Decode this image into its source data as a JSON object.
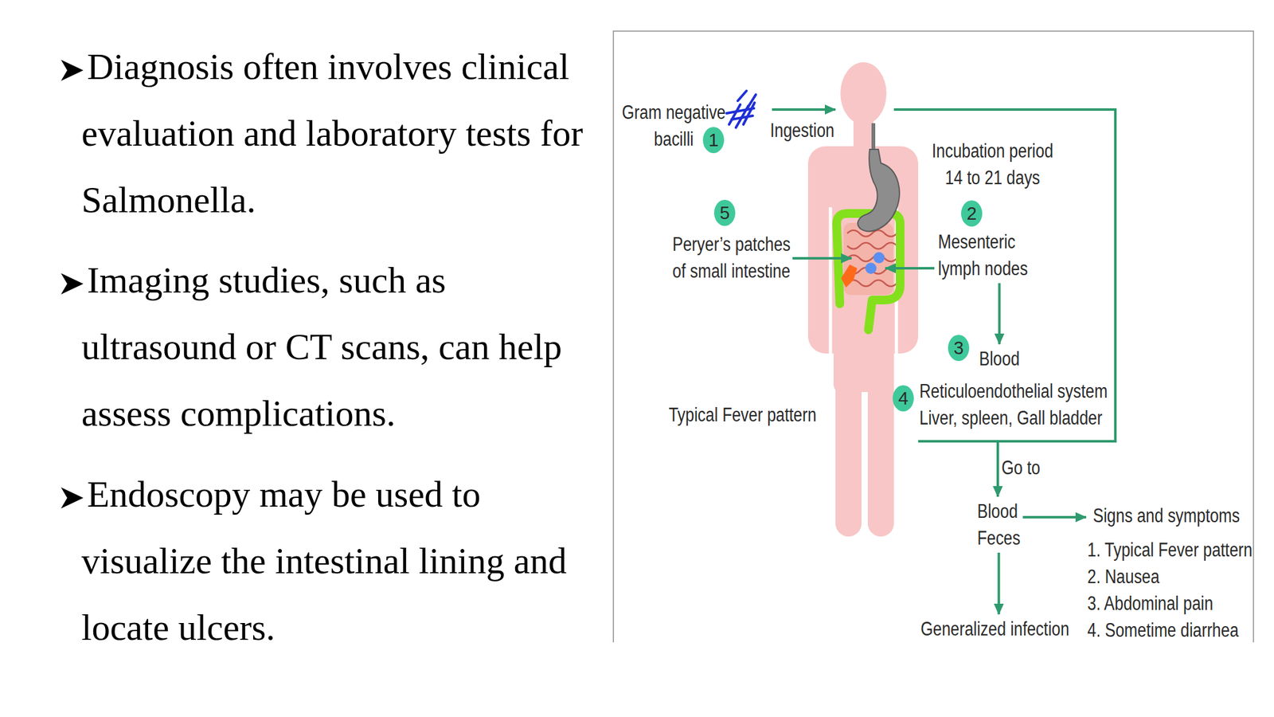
{
  "diagram": {
    "nodes": [
      {
        "text": [
          "1"
        ]
      },
      {
        "text": [
          "Gram negative bacilli"
        ]
      },
      {
        "text": [
          "5"
        ]
      },
      {
        "text": [
          "Peryer’s patches of small intestine"
        ]
      },
      {
        "text": [
          "2"
        ]
      },
      {
        "text": [
          "Mesenteric lymph nodes"
        ]
      },
      {
        "text": [
          "3"
        ]
      },
      {
        "text": [
          "Blood"
        ]
      },
      {
        "text": [
          "4"
        ]
      },
      {
        "text": [
          "Reticuloendothelial system",
          "Liver, spleen, Gall bladder"
        ]
      },
      {
        "text": [
          "Blood",
          "Feces"
        ]
      },
      {
        "text": [
          "Signs and symptoms",
          "1. Typical Fever pattern",
          "2. Nausea",
          "3. Abdominal pain",
          "4. Sometime diarrhea"
        ]
      },
      {
        "text": [
          "Generalized infection"
        ]
      }
    ],
    "edges": [
      {
        "from": 5,
        "to": 7,
        "arrow": "to"
      },
      {
        "from": 10,
        "to": 11,
        "arrow": "to"
      },
      {
        "from": 10,
        "to": 12,
        "arrow": "to"
      }
    ],
    "labels": [
      "Diagnosis often involves clinical evaluation and laboratory tests for Salmonella.",
      "Imaging studies, such as ultrasound or CT scans, can help assess complications.",
      "Endoscopy may be used to visualize the intestinal lining and locate ulcers.",
      "Ingestion",
      "Incubation period 14 to 21 days",
      "Typical Fever pattern",
      "Go to"
    ]
  }
}
